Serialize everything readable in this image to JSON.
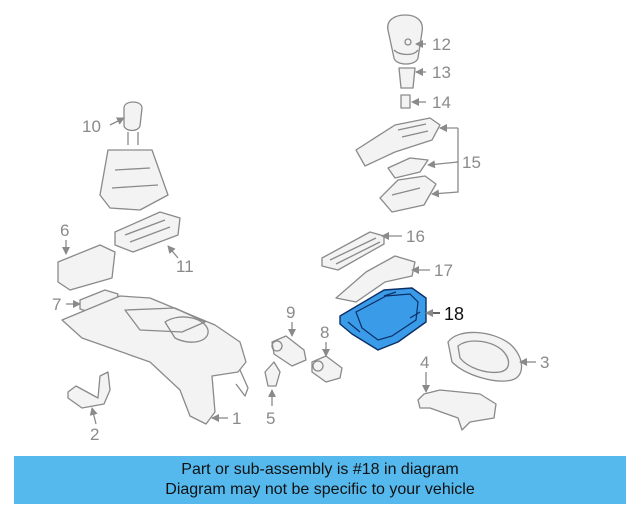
{
  "diagram": {
    "callouts": {
      "c1": "1",
      "c2": "2",
      "c3": "3",
      "c4": "4",
      "c5": "5",
      "c6": "6",
      "c7": "7",
      "c8": "8",
      "c9": "9",
      "c10": "10",
      "c11": "11",
      "c12": "12",
      "c13": "13",
      "c14": "14",
      "c15": "15",
      "c16": "16",
      "c17": "17",
      "c18": "18"
    },
    "highlighted_part": "18",
    "highlight_color": "#3a9be8"
  },
  "banner": {
    "line1": "Part or sub-assembly is #18 in diagram",
    "line2": "Diagram may not be specific to your vehicle",
    "background": "#55b9ee"
  }
}
